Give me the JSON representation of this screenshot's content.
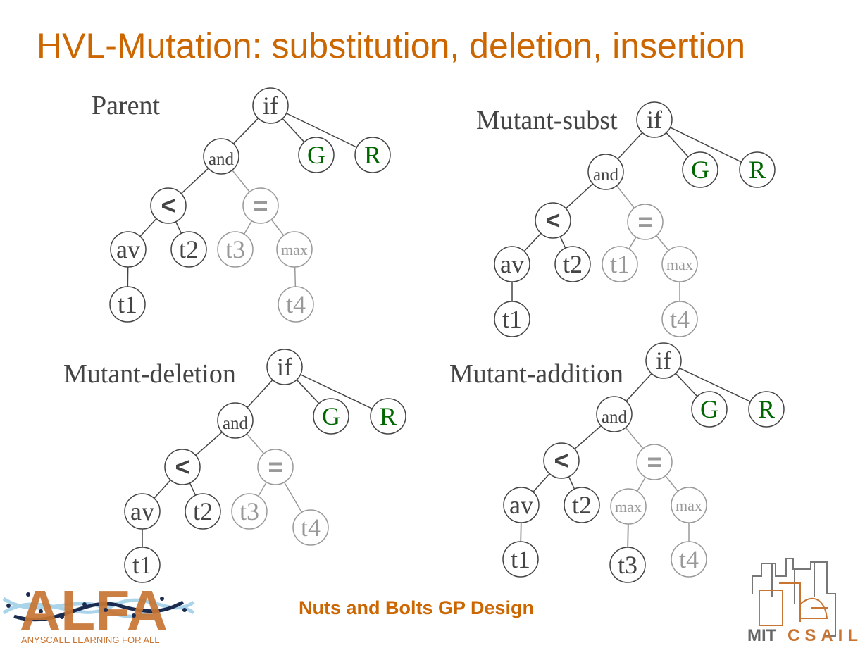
{
  "slide": {
    "title": "HVL-Mutation:  substitution, deletion, insertion",
    "footer": "Nuts and Bolts GP Design"
  },
  "colors": {
    "accent": "#cc6600",
    "dark": "#444444",
    "green": "#006600",
    "grey": "#999999"
  },
  "trees": [
    {
      "label": "Parent",
      "nodes": [
        {
          "label": "if",
          "tone": "dark"
        },
        {
          "label": "and",
          "tone": "dark"
        },
        {
          "label": "G",
          "tone": "green"
        },
        {
          "label": "R",
          "tone": "green"
        },
        {
          "label": "<",
          "tone": "dark"
        },
        {
          "label": "=",
          "tone": "grey"
        },
        {
          "label": "av",
          "tone": "dark"
        },
        {
          "label": "t2",
          "tone": "dark"
        },
        {
          "label": "t3",
          "tone": "grey"
        },
        {
          "label": "max",
          "tone": "grey"
        },
        {
          "label": "t1",
          "tone": "dark"
        },
        {
          "label": "t4",
          "tone": "grey"
        }
      ],
      "edges": [
        [
          0,
          1
        ],
        [
          0,
          2
        ],
        [
          0,
          3
        ],
        [
          1,
          4
        ],
        [
          1,
          5
        ],
        [
          4,
          6
        ],
        [
          4,
          7
        ],
        [
          5,
          8
        ],
        [
          5,
          9
        ],
        [
          6,
          10
        ],
        [
          9,
          11
        ]
      ]
    },
    {
      "label": "Mutant-subst",
      "nodes": [
        {
          "label": "if",
          "tone": "dark"
        },
        {
          "label": "and",
          "tone": "dark"
        },
        {
          "label": "G",
          "tone": "green"
        },
        {
          "label": "R",
          "tone": "green"
        },
        {
          "label": "<",
          "tone": "dark"
        },
        {
          "label": "=",
          "tone": "grey"
        },
        {
          "label": "av",
          "tone": "dark"
        },
        {
          "label": "t2",
          "tone": "dark"
        },
        {
          "label": "t1",
          "tone": "grey"
        },
        {
          "label": "max",
          "tone": "grey"
        },
        {
          "label": "t1",
          "tone": "dark"
        },
        {
          "label": "t4",
          "tone": "grey"
        }
      ],
      "edges": [
        [
          0,
          1
        ],
        [
          0,
          2
        ],
        [
          0,
          3
        ],
        [
          1,
          4
        ],
        [
          1,
          5
        ],
        [
          4,
          6
        ],
        [
          4,
          7
        ],
        [
          5,
          8
        ],
        [
          5,
          9
        ],
        [
          6,
          10
        ],
        [
          9,
          11
        ]
      ]
    },
    {
      "label": "Mutant-deletion",
      "nodes": [
        {
          "label": "if",
          "tone": "dark"
        },
        {
          "label": "and",
          "tone": "dark"
        },
        {
          "label": "G",
          "tone": "green"
        },
        {
          "label": "R",
          "tone": "green"
        },
        {
          "label": "<",
          "tone": "dark"
        },
        {
          "label": "=",
          "tone": "grey"
        },
        {
          "label": "av",
          "tone": "dark"
        },
        {
          "label": "t2",
          "tone": "dark"
        },
        {
          "label": "t3",
          "tone": "grey"
        },
        {
          "label": "t4",
          "tone": "grey"
        },
        {
          "label": "t1",
          "tone": "dark"
        }
      ],
      "edges": [
        [
          0,
          1
        ],
        [
          0,
          2
        ],
        [
          0,
          3
        ],
        [
          1,
          4
        ],
        [
          1,
          5
        ],
        [
          4,
          6
        ],
        [
          4,
          7
        ],
        [
          5,
          8
        ],
        [
          5,
          9
        ],
        [
          6,
          10
        ]
      ]
    },
    {
      "label": "Mutant-addition",
      "nodes": [
        {
          "label": "if",
          "tone": "dark"
        },
        {
          "label": "and",
          "tone": "dark"
        },
        {
          "label": "G",
          "tone": "green"
        },
        {
          "label": "R",
          "tone": "green"
        },
        {
          "label": "<",
          "tone": "dark"
        },
        {
          "label": "=",
          "tone": "grey"
        },
        {
          "label": "av",
          "tone": "dark"
        },
        {
          "label": "t2",
          "tone": "dark"
        },
        {
          "label": "max",
          "tone": "grey"
        },
        {
          "label": "max",
          "tone": "grey"
        },
        {
          "label": "t1",
          "tone": "dark"
        },
        {
          "label": "t3",
          "tone": "dark"
        },
        {
          "label": "t4",
          "tone": "grey"
        }
      ],
      "edges": [
        [
          0,
          1
        ],
        [
          0,
          2
        ],
        [
          0,
          3
        ],
        [
          1,
          4
        ],
        [
          1,
          5
        ],
        [
          4,
          6
        ],
        [
          4,
          7
        ],
        [
          5,
          8
        ],
        [
          5,
          9
        ],
        [
          6,
          10
        ],
        [
          8,
          11
        ],
        [
          9,
          12
        ]
      ]
    }
  ],
  "logos": {
    "alfa": {
      "name": "ALFA",
      "tagline": "ANYSCALE LEARNING FOR ALL"
    },
    "csail": {
      "name": "MIT CSAIL",
      "part1": "MIT",
      "part2": "CSAIL"
    }
  }
}
